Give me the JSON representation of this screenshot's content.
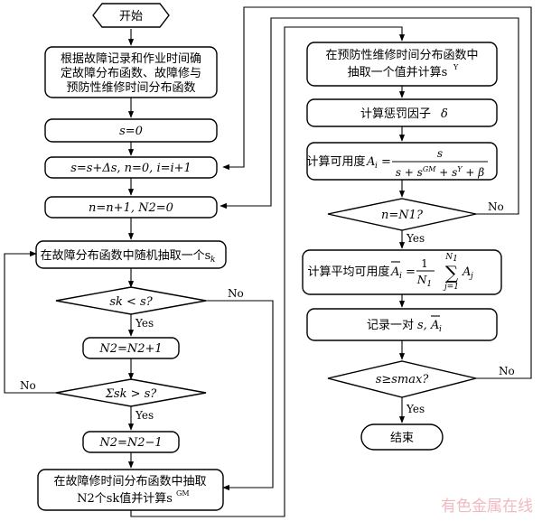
{
  "diagram": {
    "start": "开始",
    "load_distributions": [
      "根据故障记录和作业时间确",
      "定故障分布函数、故障修与",
      "预防性维修时间分布函数"
    ],
    "init_s": "s=0",
    "update_s": "s=s+Δs, n=0, i=i+1",
    "update_n": "n=n+1, N2=0",
    "sample_fault": "在故障分布函数中随机抽取一个s",
    "compare_sk": "sk < s?",
    "increment_N2": "N2=N2+1",
    "compare_sum": "Σsk > s?",
    "decrement_N2": "N2=N2−1",
    "sample_repair_line1": "在故障修时间分布函数中抽取",
    "sample_repair_line2": "N2个sk值并计算s",
    "sample_pm_line1": "在预防性维修时间分布函数中",
    "sample_pm_line2": "抽取一个值并计算s",
    "penalty": "计算惩罚因子",
    "availability": "计算可用度",
    "compare_n": "n=N1?",
    "avg_availability": "计算平均可用度",
    "record": "记录一对",
    "compare_smax": "s≥smax?",
    "end": "结束"
  },
  "labels": {
    "yes": "Yes",
    "no": "No"
  },
  "watermark": "有色金属在线"
}
